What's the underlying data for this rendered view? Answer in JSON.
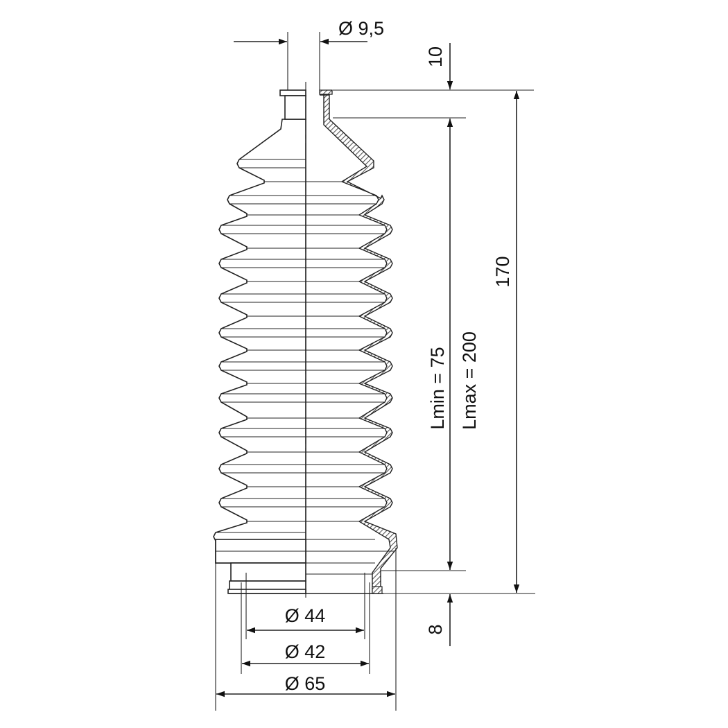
{
  "labels": {
    "top_diameter": "Ø 9,5",
    "top_length": "10",
    "overall_length": "170",
    "lmin": "Lmin = 75",
    "lmax": "Lmax = 200",
    "bottom_length": "8",
    "diameter_44": "Ø 44",
    "diameter_42": "Ø 42",
    "diameter_65": "Ø 65"
  },
  "colors": {
    "line": "#222222",
    "hatch": "#666666",
    "background": "#ffffff"
  }
}
